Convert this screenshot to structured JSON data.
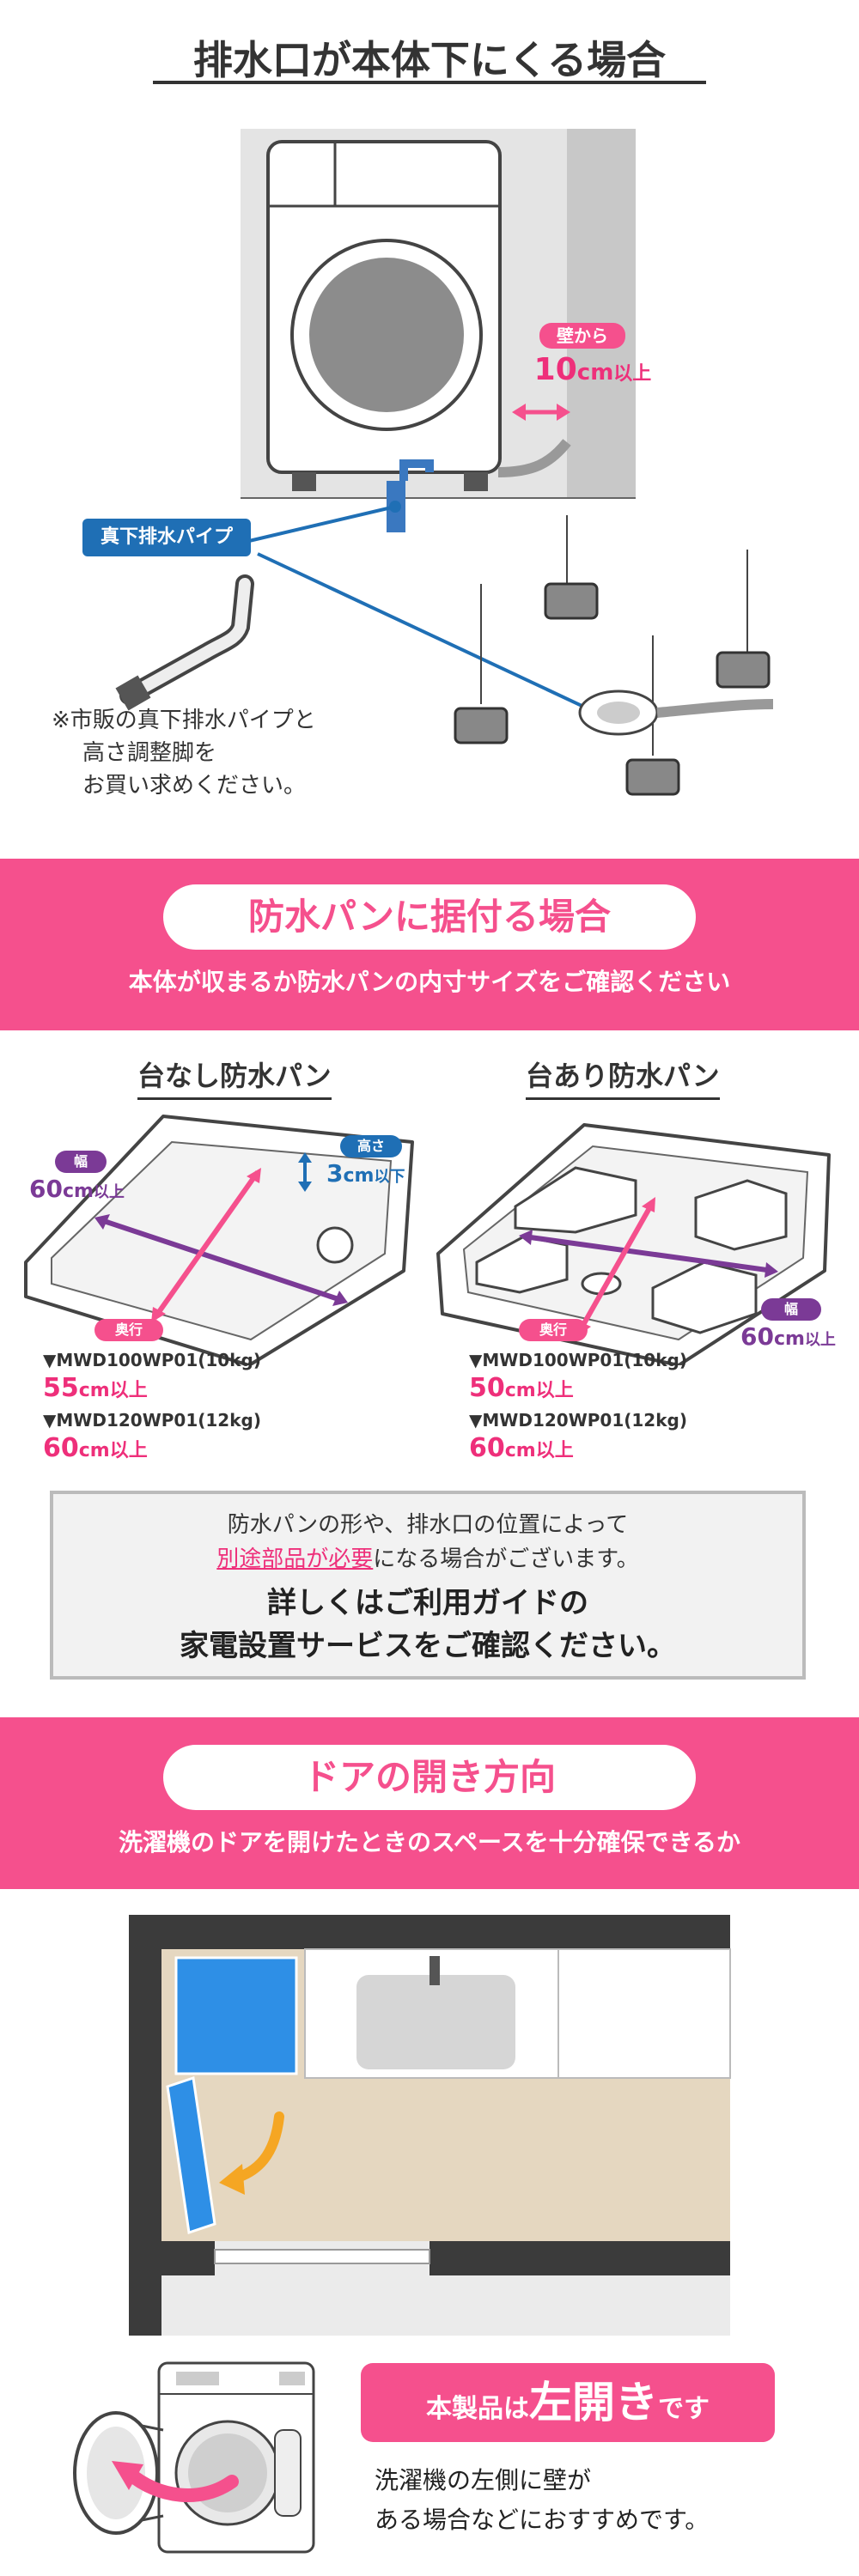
{
  "section1": {
    "title": "排水口が本体下にくる場合",
    "wall_badge": "壁から",
    "wall_value": "10",
    "wall_unit": "cm",
    "wall_suffix": "以上",
    "pipe_label": "真下排水パイプ",
    "note_line1": "※市販の真下排水パイプと",
    "note_line2": "高さ調整脚を",
    "note_line3": "お買い求めください。"
  },
  "section2": {
    "title": "防水パンに据付る場合",
    "subtitle": "本体が収まるか防水パンの内寸サイズをご確認ください",
    "left_heading": "台なし防水パン",
    "right_heading": "台あり防水パン",
    "width_badge": "幅",
    "height_badge": "高さ",
    "depth_badge": "奥行",
    "left_width_value": "60",
    "left_width_unit": "cm",
    "left_width_suffix": "以上",
    "height_value": "3",
    "height_unit": "cm",
    "height_suffix": "以下",
    "right_width_value": "60",
    "right_width_unit": "cm",
    "right_width_suffix": "以上",
    "left_model1": "▼MWD100WP01(10kg)",
    "left_depth1_value": "55",
    "left_depth1_unit": "cm",
    "left_depth1_suffix": "以上",
    "left_model2": "▼MWD120WP01(12kg)",
    "left_depth2_value": "60",
    "left_depth2_unit": "cm",
    "left_depth2_suffix": "以上",
    "right_model1": "▼MWD100WP01(10kg)",
    "right_depth1_value": "50",
    "right_depth1_unit": "cm",
    "right_depth1_suffix": "以上",
    "right_model2": "▼MWD120WP01(12kg)",
    "right_depth2_value": "60",
    "right_depth2_unit": "cm",
    "right_depth2_suffix": "以上",
    "notice_line1": "防水パンの形や、排水口の位置によって",
    "notice_line2_link": "別途部品が必要",
    "notice_line2_rest": "になる場合がございます。",
    "notice_bold1": "詳しくはご利用ガイドの",
    "notice_bold2": "家電設置サービスをご確認ください。"
  },
  "section3": {
    "title": "ドアの開き方向",
    "subtitle": "洗濯機のドアを開けたときのスペースを十分確保できるか",
    "callout_pre": "本製品は",
    "callout_big": "左開き",
    "callout_post": "です",
    "desc_line1": "洗濯機の左側に壁が",
    "desc_line2": "ある場合などにおすすめです。"
  },
  "colors": {
    "pink": "#f5508d",
    "accent_pink": "#ee2f7a",
    "purple": "#7b3a96",
    "blue": "#1f6fb5",
    "door_blue": "#2e8fe6",
    "orange": "#f5a623"
  }
}
